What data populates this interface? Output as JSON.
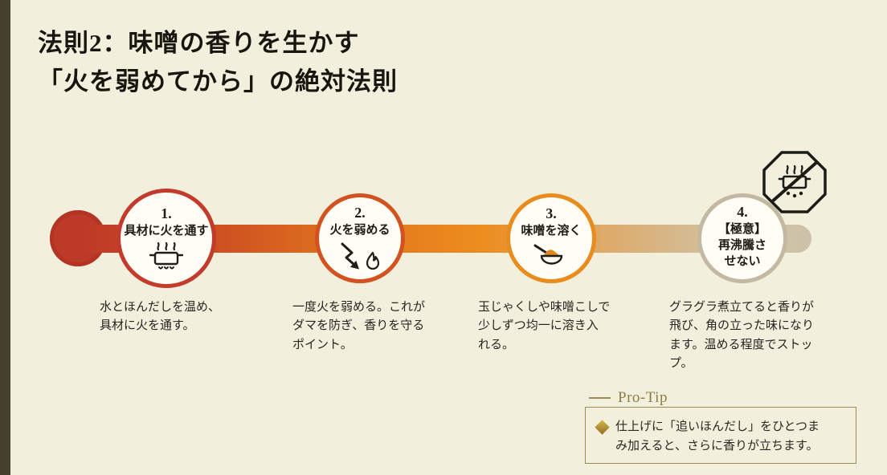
{
  "title": {
    "line1": "法則2：味噌の香りを生かす",
    "line2": "「火を弱めてから」の絶対法則"
  },
  "timeline": {
    "gradient_start": "#bd3a28",
    "gradient_mid": "#ec8d1e",
    "gradient_end": "#cdc2a9"
  },
  "steps": [
    {
      "number": "1.",
      "label": "具材に火を通す",
      "icon": "pot-steam-icon",
      "accent": "#c23b2b",
      "description": "水とほんだしを温め、\n具材に火を通す。"
    },
    {
      "number": "2.",
      "label": "火を弱める",
      "icon": "lower-heat-arrow-flame-icon",
      "accent": "#d2531f",
      "description": "一度火を弱める。これが\nダマを防ぎ、香りを守る\nポイント。"
    },
    {
      "number": "3.",
      "label": "味噌を溶く",
      "icon": "ladle-miso-icon",
      "accent": "#e88c1e",
      "description": "玉じゃくしや味噌こしで\n少しずつ均一に溶き入\nれる。"
    },
    {
      "number": "4.",
      "label": "【極意】\n再沸騰さ\nせない",
      "icon": "no-reboil-sign-icon",
      "accent": "#c3b9a2",
      "description": "グラグラ煮立てると香りが\n飛び、角の立った味になり\nます。温める程度でストッ\nプ。"
    }
  ],
  "protip": {
    "title": "Pro-Tip",
    "text": "仕上げに「追いほんだし」をひとつま\nみ加えると、さらに香りが立ちます。"
  }
}
